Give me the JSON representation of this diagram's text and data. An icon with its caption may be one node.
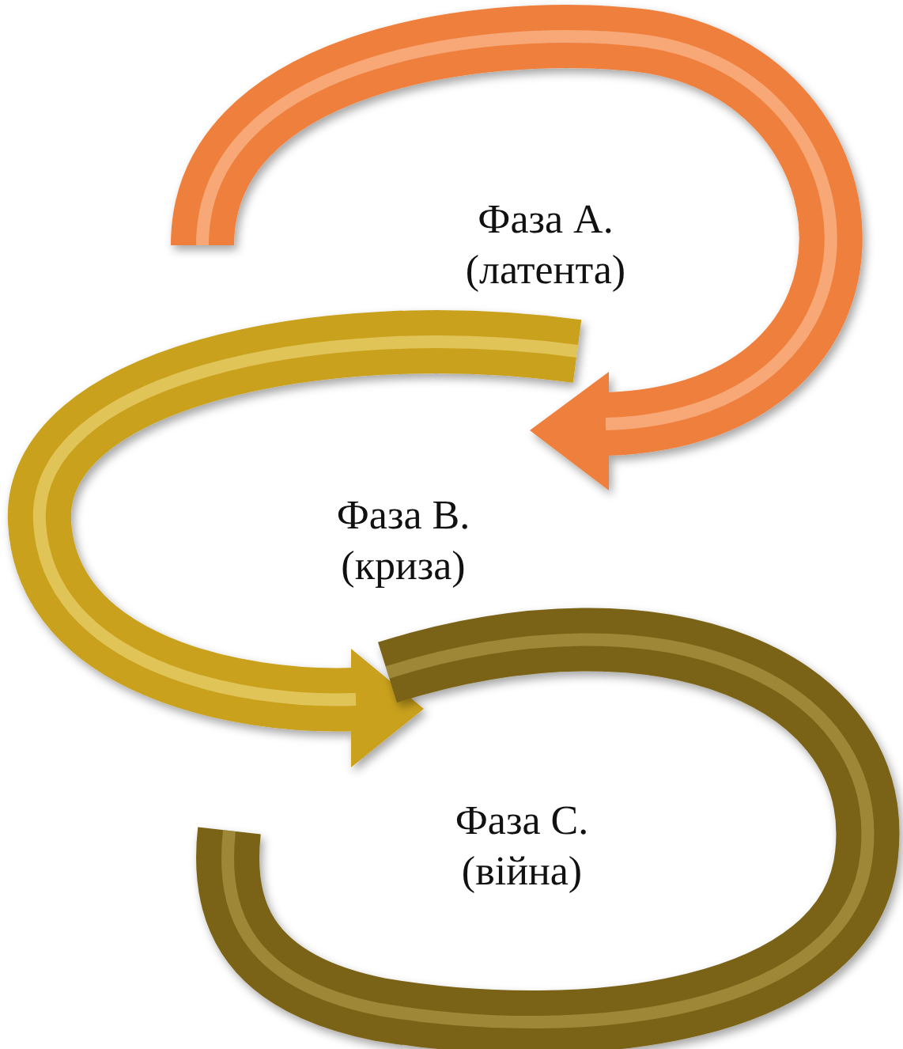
{
  "diagram": {
    "labels": [
      "Фаза А. (латента)",
      "Фаза В. (криза)",
      "Фаза С. (війна)"
    ]
  }
}
